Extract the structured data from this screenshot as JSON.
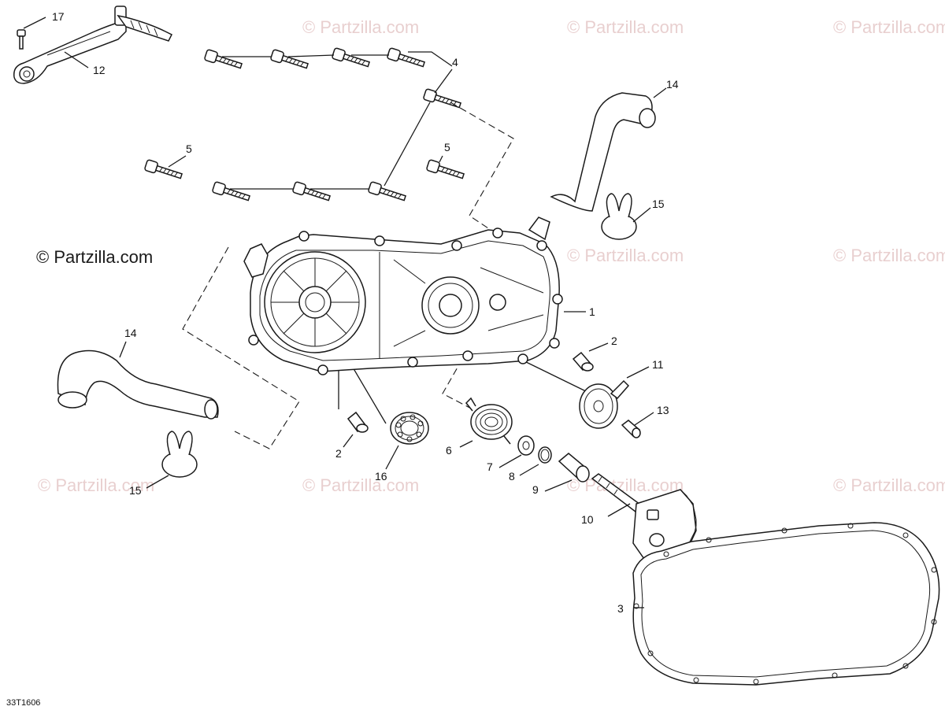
{
  "watermark": {
    "text": "© Partzilla.com",
    "primary_text": "© Partzilla.com"
  },
  "diagram_code": "33T1606",
  "callouts": {
    "c1": "1",
    "c2a": "2",
    "c2b": "2",
    "c3": "3",
    "c4": "4",
    "c5a": "5",
    "c5b": "5",
    "c6": "6",
    "c7": "7",
    "c8": "8",
    "c9": "9",
    "c10": "10",
    "c11": "11",
    "c12": "12",
    "c13": "13",
    "c14a": "14",
    "c14b": "14",
    "c15a": "15",
    "c15b": "15",
    "c16": "16",
    "c17": "17"
  }
}
